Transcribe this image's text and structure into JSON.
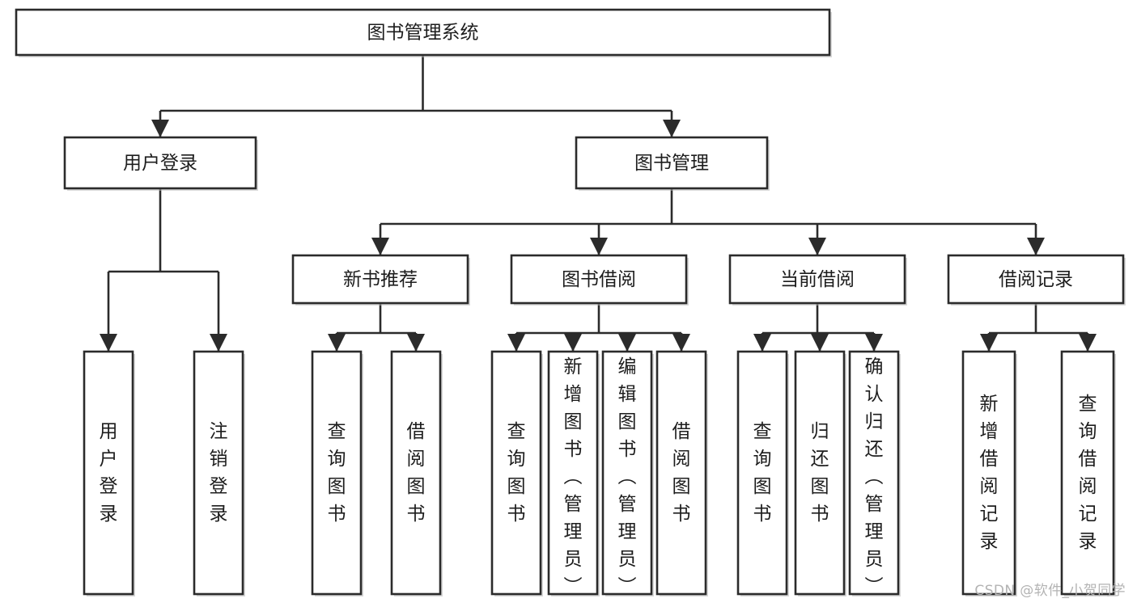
{
  "diagram": {
    "title": "图书管理系统",
    "type": "tree",
    "orientation": "top-down",
    "background_color": "#ffffff",
    "box_fill": "#ffffff",
    "box_stroke": "#2b2b2b",
    "text_color": "#1d1d1d",
    "levels": [
      {
        "level": 1,
        "nodes": [
          {
            "id": "root",
            "label": "图书管理系统",
            "orientation": "horizontal"
          }
        ]
      },
      {
        "level": 2,
        "nodes": [
          {
            "id": "user-login",
            "label": "用户登录",
            "orientation": "horizontal",
            "parent": "root"
          },
          {
            "id": "book-manage",
            "label": "图书管理",
            "orientation": "horizontal",
            "parent": "root"
          }
        ]
      },
      {
        "level": 3,
        "nodes": [
          {
            "id": "new-book-rec",
            "label": "新书推荐",
            "orientation": "horizontal",
            "parent": "book-manage"
          },
          {
            "id": "book-borrow",
            "label": "图书借阅",
            "orientation": "horizontal",
            "parent": "book-manage"
          },
          {
            "id": "current-borrow",
            "label": "当前借阅",
            "orientation": "horizontal",
            "parent": "book-manage"
          },
          {
            "id": "borrow-record",
            "label": "借阅记录",
            "orientation": "horizontal",
            "parent": "book-manage"
          }
        ]
      },
      {
        "level": 4,
        "nodes": [
          {
            "id": "leaf-user-login",
            "label": "用户登录",
            "orientation": "vertical",
            "parent": "user-login"
          },
          {
            "id": "leaf-logout-login",
            "label": "注销登录",
            "orientation": "vertical",
            "parent": "user-login"
          },
          {
            "id": "leaf-query-book-1",
            "label": "查询图书",
            "orientation": "vertical",
            "parent": "new-book-rec"
          },
          {
            "id": "leaf-borrow-book-1",
            "label": "借阅图书",
            "orientation": "vertical",
            "parent": "new-book-rec"
          },
          {
            "id": "leaf-query-book-2",
            "label": "查询图书",
            "orientation": "vertical",
            "parent": "book-borrow"
          },
          {
            "id": "leaf-add-book",
            "label": "新增图书（管理员）",
            "orientation": "vertical",
            "parent": "book-borrow"
          },
          {
            "id": "leaf-edit-book",
            "label": "编辑图书（管理员）",
            "orientation": "vertical",
            "parent": "book-borrow"
          },
          {
            "id": "leaf-borrow-book-2",
            "label": "借阅图书",
            "orientation": "vertical",
            "parent": "book-borrow"
          },
          {
            "id": "leaf-query-book-3",
            "label": "查询图书",
            "orientation": "vertical",
            "parent": "current-borrow"
          },
          {
            "id": "leaf-return-book",
            "label": "归还图书",
            "orientation": "vertical",
            "parent": "current-borrow"
          },
          {
            "id": "leaf-confirm-return",
            "label": "确认归还（管理员）",
            "orientation": "vertical",
            "parent": "current-borrow"
          },
          {
            "id": "leaf-add-record",
            "label": "新增借阅记录",
            "orientation": "vertical",
            "parent": "borrow-record"
          },
          {
            "id": "leaf-query-record",
            "label": "查询借阅记录",
            "orientation": "vertical",
            "parent": "borrow-record"
          }
        ]
      }
    ]
  },
  "nodes": {
    "root": {
      "label": "图书管理系统"
    },
    "user_login": {
      "label": "用户登录"
    },
    "book_manage": {
      "label": "图书管理"
    },
    "new_book_rec": {
      "label": "新书推荐"
    },
    "book_borrow": {
      "label": "图书借阅"
    },
    "current_borrow": {
      "label": "当前借阅"
    },
    "borrow_record": {
      "label": "借阅记录"
    },
    "leaf_user_login": {
      "label": "用户登录"
    },
    "leaf_logout_login": {
      "label": "注销登录"
    },
    "leaf_query_book_1": {
      "label": "查询图书"
    },
    "leaf_borrow_book_1": {
      "label": "借阅图书"
    },
    "leaf_query_book_2": {
      "label": "查询图书"
    },
    "leaf_add_book": {
      "label": "新增图书（管理员）"
    },
    "leaf_edit_book": {
      "label": "编辑图书（管理员）"
    },
    "leaf_borrow_book_2": {
      "label": "借阅图书"
    },
    "leaf_query_book_3": {
      "label": "查询图书"
    },
    "leaf_return_book": {
      "label": "归还图书"
    },
    "leaf_confirm_return": {
      "label": "确认归还（管理员）"
    },
    "leaf_add_record": {
      "label": "新增借阅记录"
    },
    "leaf_query_record": {
      "label": "查询借阅记录"
    }
  },
  "watermark": {
    "text": "CSDN @软件_小贺同学"
  }
}
